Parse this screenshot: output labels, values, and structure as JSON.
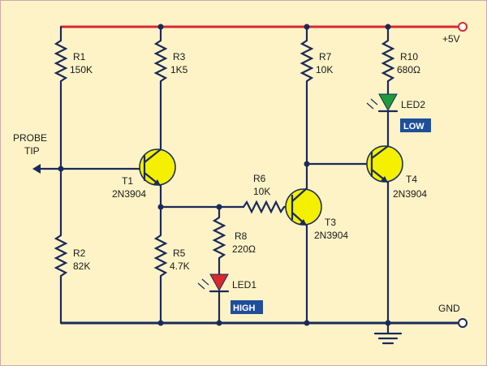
{
  "supply": "+5V",
  "ground": "GND",
  "probe": {
    "line1": "PROBE",
    "line2": "TIP"
  },
  "resistors": {
    "r1": {
      "name": "R1",
      "value": "150K"
    },
    "r2": {
      "name": "R2",
      "value": "82K"
    },
    "r3": {
      "name": "R3",
      "value": "1K5"
    },
    "r5": {
      "name": "R5",
      "value": "4.7K"
    },
    "r6": {
      "name": "R6",
      "value": "10K"
    },
    "r7": {
      "name": "R7",
      "value": "10K"
    },
    "r8": {
      "name": "R8",
      "value": "220Ω"
    },
    "r10": {
      "name": "R10",
      "value": "680Ω"
    }
  },
  "transistors": {
    "t1": {
      "name": "T1",
      "part": "2N3904"
    },
    "t3": {
      "name": "T3",
      "part": "2N3904"
    },
    "t4": {
      "name": "T4",
      "part": "2N3904"
    }
  },
  "leds": {
    "led1": {
      "name": "LED1",
      "tag": "HIGH",
      "color": "#d9282f"
    },
    "led2": {
      "name": "LED2",
      "tag": "LOW",
      "color": "#1e9a3a"
    }
  },
  "colors": {
    "background": "#fdf3c7",
    "wire": "#1a2a5a",
    "supply_rail": "#d9282f",
    "transistor": "#f4f000",
    "tag_bg": "#1f4e9a"
  }
}
